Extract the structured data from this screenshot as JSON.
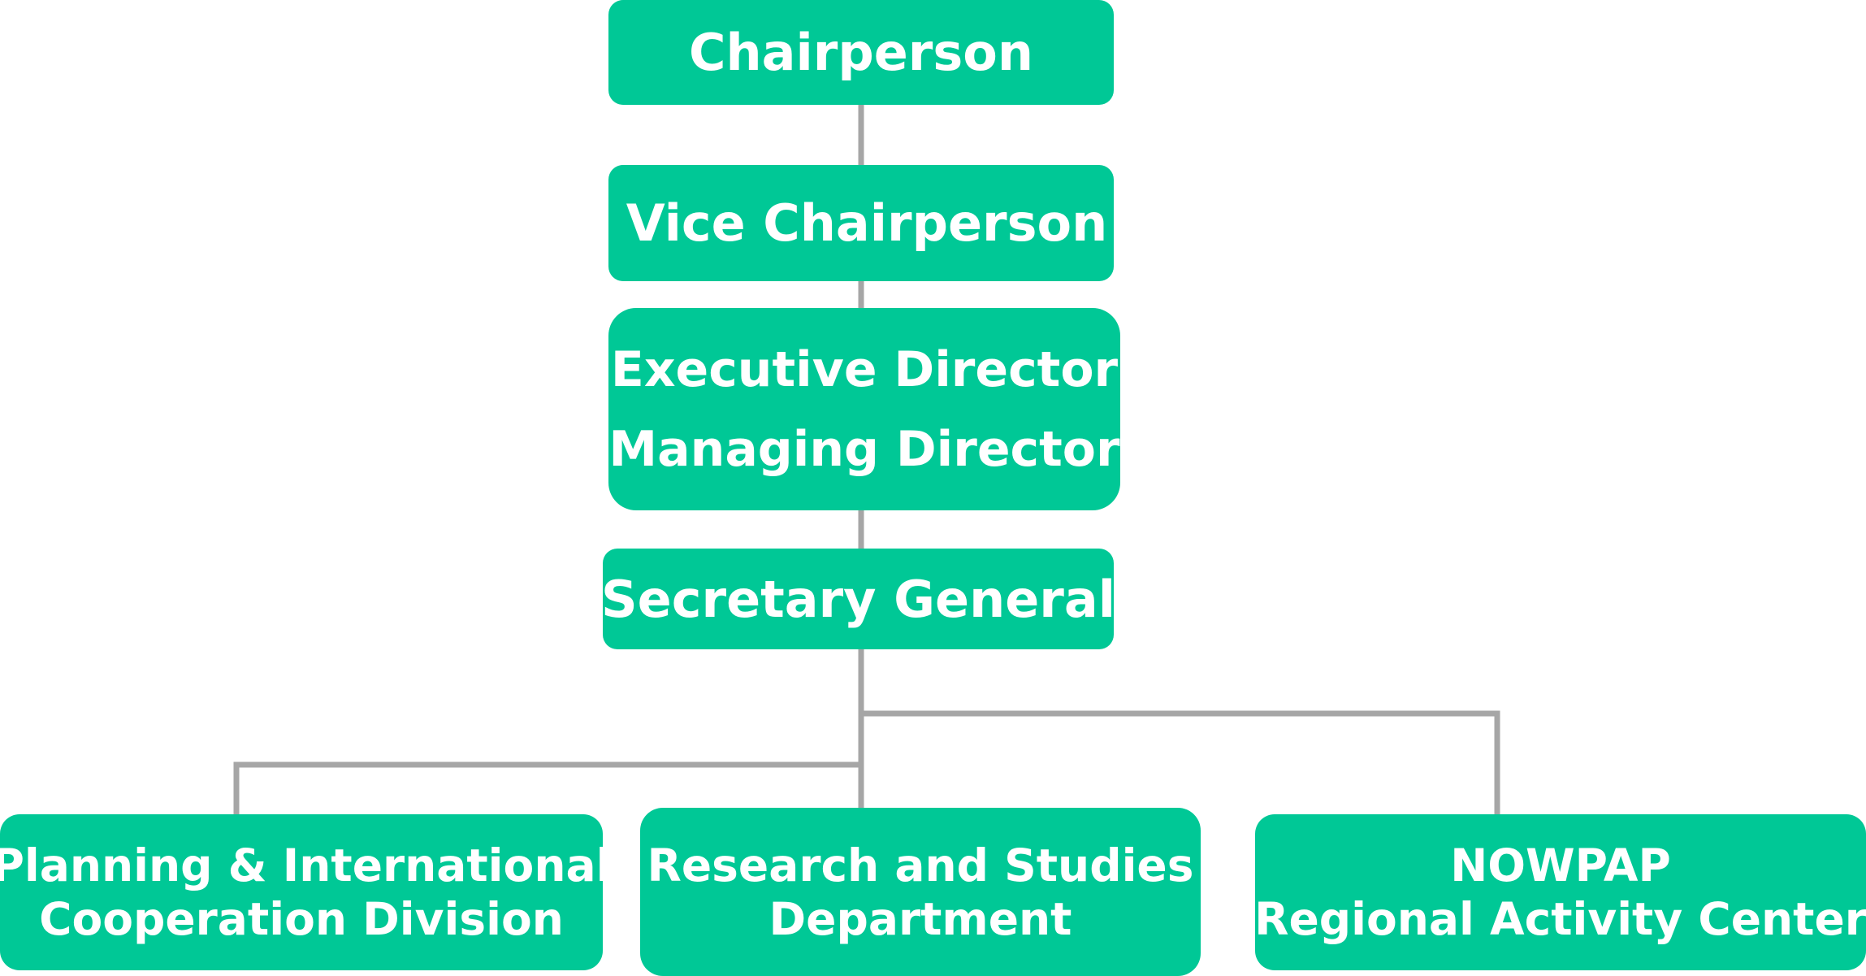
{
  "org_chart": {
    "chairperson": "Chairperson",
    "vice_chairperson": "Vice Chairperson",
    "executive": {
      "line1": "Executive Director",
      "line2": "Managing Director"
    },
    "secretary_general": "Secretary General",
    "divisions": [
      {
        "line1": "Planning & International",
        "line2": "Cooperation Division"
      },
      {
        "line1": "Research and Studies",
        "line2": "Department"
      },
      {
        "line1": "NOWPAP",
        "line2": "Regional Activity Center"
      }
    ]
  },
  "colors": {
    "box_fill": "#00c896",
    "box_text": "#ffffff",
    "connector": "#a6a6a6"
  }
}
